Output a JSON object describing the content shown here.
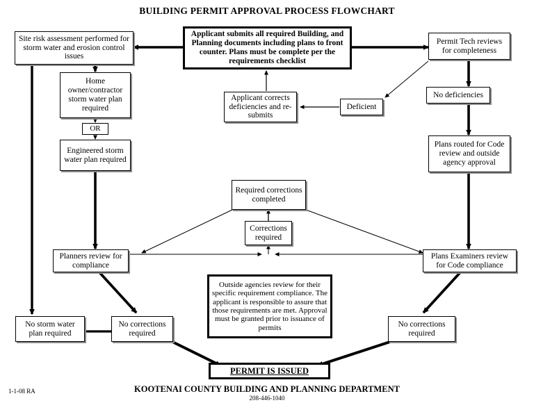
{
  "document": {
    "title": "BUILDING PERMIT APPROVAL PROCESS FLOWCHART",
    "footer_left": "1-1-08 RA",
    "footer_center": "KOOTENAI COUNTY BUILDING AND PLANNING DEPARTMENT",
    "footer_phone": "208-446-1040"
  },
  "colors": {
    "line": "#000000",
    "box_fill": "#ffffff",
    "box_border": "#000000",
    "shadow": "#8a8a8a"
  },
  "nodes": {
    "site_risk": "Site risk assessment performed for storm water and erosion control issues",
    "applicant_submits": "Applicant submits all required Building, and Planning documents including plans to front counter.  Plans must be complete per the requirements checklist",
    "permit_tech": "Permit Tech reviews for completeness",
    "home_owner_plan": "Home owner/contractor storm water plan required",
    "or_label": "OR",
    "engineered_plan": "Engineered storm water plan required",
    "applicant_corrects": "Applicant corrects deficiencies and re-submits",
    "deficient": "Deficient",
    "no_deficiencies": "No deficiencies",
    "plans_routed": "Plans routed for Code review and outside agency approval",
    "required_corrections_completed": "Required corrections completed",
    "corrections_required": "Corrections required",
    "planners_review": "Planners review for compliance",
    "plans_examiners_review": "Plans Examiners review for Code compliance",
    "outside_agencies": "Outside agencies review for their specific requirement compliance.  The applicant is responsible to assure that those requirements are met.  Approval must be granted prior to issuance of permits",
    "no_storm_water_plan": "No storm water plan required",
    "no_corrections_left": "No corrections required",
    "no_corrections_right": "No corrections required",
    "permit_issued": "PERMIT IS ISSUED"
  }
}
